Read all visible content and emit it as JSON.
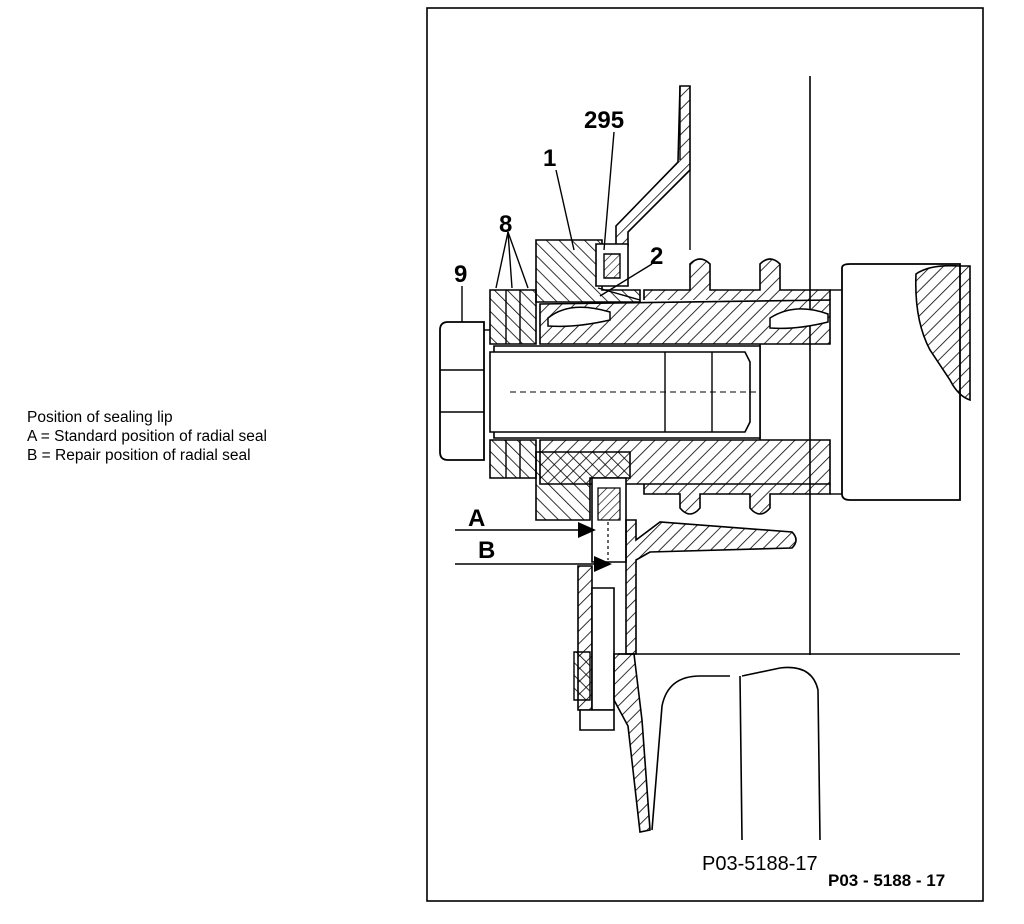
{
  "caption": {
    "title": "Position of sealing lip",
    "line_a": "A = Standard position of radial seal",
    "line_b": "B = Repair position of radial seal"
  },
  "callouts": {
    "c295": "295",
    "c1": "1",
    "c2": "2",
    "c8": "8",
    "c9": "9",
    "cA": "A",
    "cB": "B"
  },
  "figure_codes": {
    "primary": "P03-5188-17",
    "secondary": "P03 - 5188 - 17"
  }
}
